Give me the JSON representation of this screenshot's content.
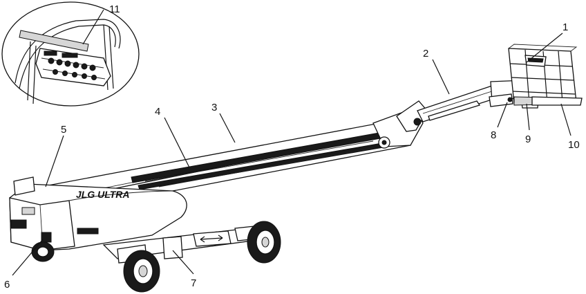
{
  "diagram": {
    "callouts": [
      {
        "id": "1",
        "label": "1"
      },
      {
        "id": "2",
        "label": "2"
      },
      {
        "id": "3",
        "label": "3"
      },
      {
        "id": "4",
        "label": "4"
      },
      {
        "id": "5",
        "label": "5"
      },
      {
        "id": "6",
        "label": "6"
      },
      {
        "id": "7",
        "label": "7"
      },
      {
        "id": "8",
        "label": "8"
      },
      {
        "id": "9",
        "label": "9"
      },
      {
        "id": "10",
        "label": "10"
      },
      {
        "id": "11",
        "label": "11"
      }
    ],
    "machine_branding": {
      "logo": "JLG ULTRA"
    },
    "colors": {
      "line": "#111111",
      "background": "#ffffff",
      "grey_tone": "#d6d6d6"
    }
  }
}
